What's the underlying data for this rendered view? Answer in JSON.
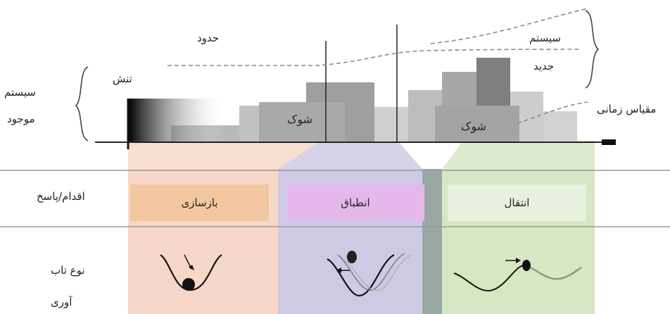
{
  "labels": {
    "stress": "تنش",
    "limits": "حدود",
    "existing_system_line1": "سیستم",
    "existing_system_line2": "موجود",
    "new_system_line1": "سیستم",
    "new_system_line2": "جدید",
    "time_scale": "مقیاس زمانی",
    "shock_1": "شوک",
    "shock_2": "شوک",
    "action_response": "اقدام/پاسخ",
    "resilience_type_line1": "نوع تاب",
    "resilience_type_line2": "آوری"
  },
  "phases": [
    {
      "label": "بازسازی",
      "color": "#f6d0bd",
      "box_color": "#f2c79f"
    },
    {
      "label": "انطباق",
      "color": "#c9c4e2",
      "box_color": "#e5b8ec"
    },
    {
      "label": "انتقال",
      "color": "#d7e6c3",
      "box_color": "#e8f1df"
    }
  ],
  "colors": {
    "axis": "#222222",
    "dashed": "#8a8a8a",
    "bar_light": "#c8c8c8",
    "bar_mid": "#a9a9a9",
    "bar_dark": "#7f7f7f",
    "ball": "#111111"
  }
}
